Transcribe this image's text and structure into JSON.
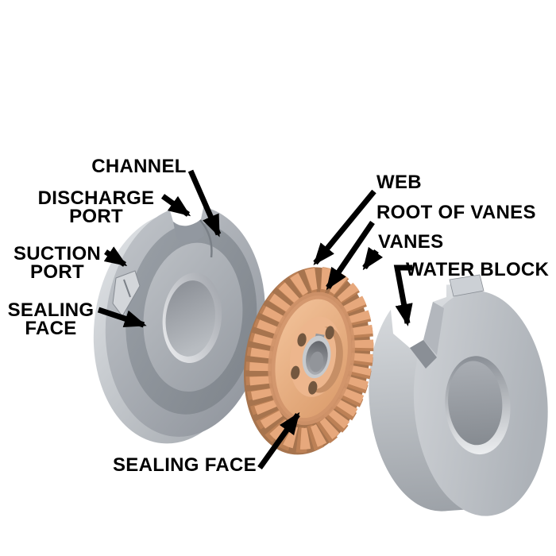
{
  "labels": {
    "channel": "CHANNEL",
    "discharge_port": {
      "line1": "DISCHARGE",
      "line2": "PORT"
    },
    "suction_port": {
      "line1": "SUCTION",
      "line2": "PORT"
    },
    "sealing_face_left": {
      "line1": "SEALING",
      "line2": "FACE"
    },
    "web": "WEB",
    "root_of_vanes": "ROOT OF VANES",
    "vanes": "VANES",
    "water_block": "WATER BLOCK",
    "sealing_face_bottom": "SEALING FACE"
  },
  "colors": {
    "background": "#ffffff",
    "label_text": "#000000",
    "arrow": "#000000",
    "casing_gray": "#a8adb3",
    "casing_channel_gray": "#8c9199",
    "casing_highlight": "#dfe2e6",
    "impeller_copper_web": "#ecb78e",
    "impeller_copper_vane": "#d6976c",
    "impeller_copper_dark": "#a7744e",
    "shaft_bore_silver": "#9b9ea3",
    "water_block_gray": "#c1c5cb"
  }
}
